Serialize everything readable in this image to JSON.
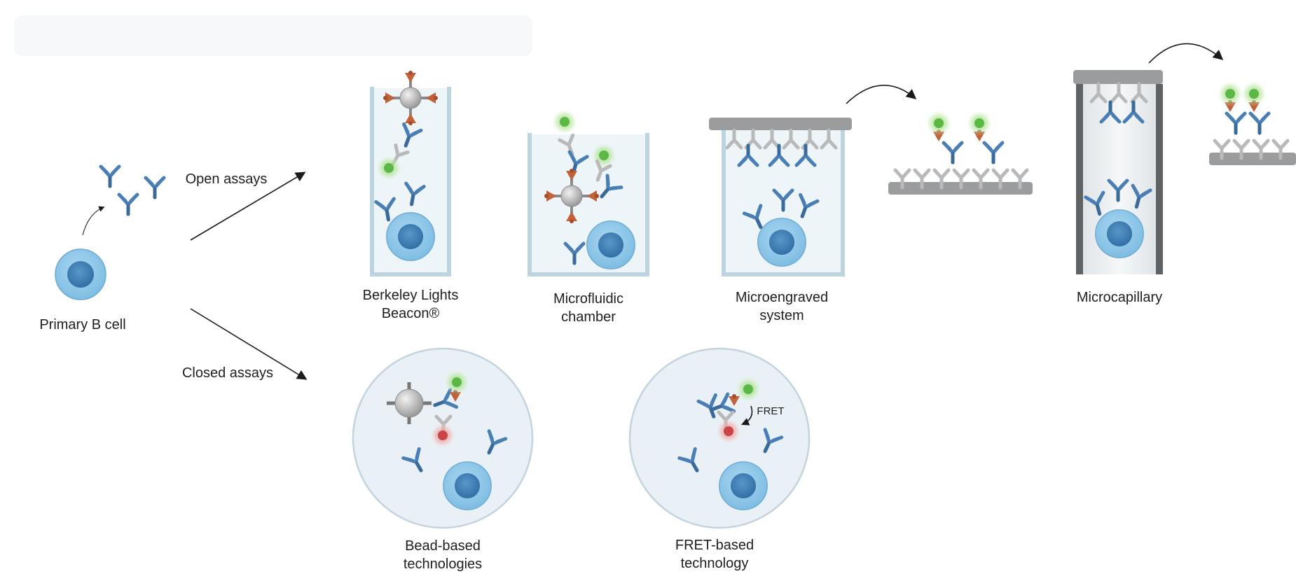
{
  "primary_cell": {
    "label": "Primary B cell"
  },
  "branches": {
    "open": {
      "label": "Open assays"
    },
    "closed": {
      "label": "Closed assays"
    }
  },
  "open_assays": [
    {
      "line1": "Berkeley Lights",
      "line2": "Beacon®"
    },
    {
      "line1": "Microfluidic",
      "line2": "chamber"
    },
    {
      "line1": "Microengraved",
      "line2": "system"
    },
    {
      "line1": "Microcapillary",
      "line2": ""
    }
  ],
  "closed_assays": [
    {
      "line1": "Bead-based",
      "line2": "technologies"
    },
    {
      "line1": "FRET-based",
      "line2": "technology"
    }
  ],
  "annotations": {
    "fret": "FRET"
  },
  "colors": {
    "antibody": "#4a7fb5",
    "capture_antibody": "#b8b8b8",
    "cell": "#8fc6e6",
    "nucleus": "#3f7fb6",
    "bead": "#bdbdbd",
    "antigen": "#c0623a",
    "fluor_green": "#6abf4b",
    "fluor_red": "#cf4a4a",
    "well_wall": "#c8dbe6",
    "well_fill": "#eef5f9"
  }
}
